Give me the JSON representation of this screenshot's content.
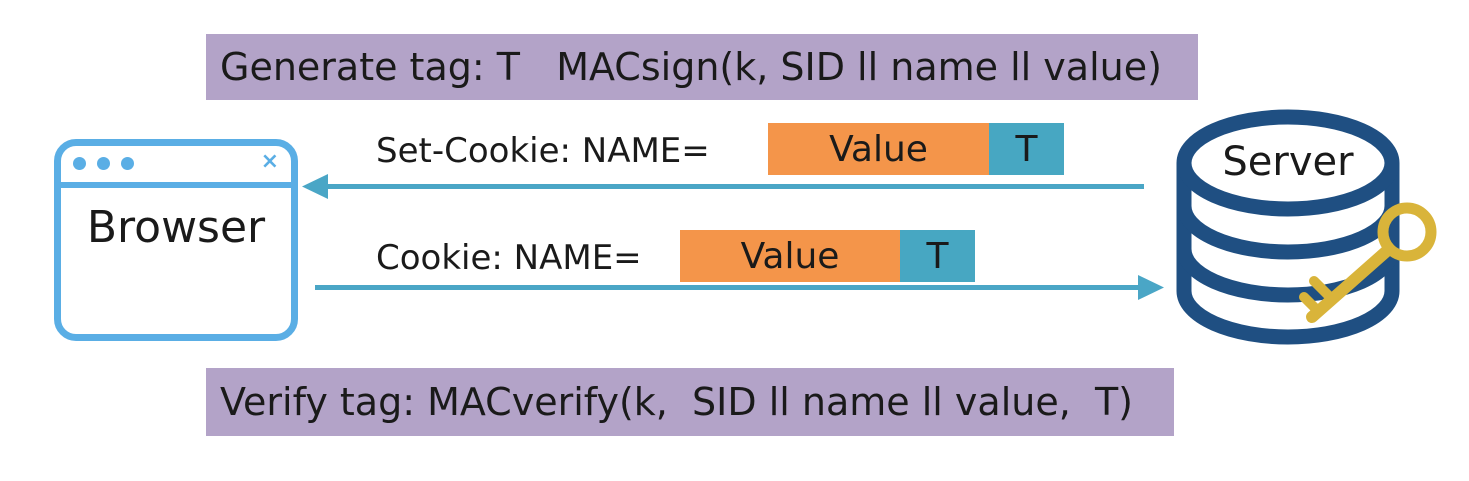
{
  "banners": {
    "generate": "Generate tag: T   MACsign(k, SID ll name ll value)",
    "verify": "Verify tag: MACverify(k,  SID ll name ll value,  T)"
  },
  "browser": {
    "label": "Browser",
    "close_glyph": "×"
  },
  "server": {
    "label": "Server"
  },
  "set_cookie": {
    "label": "Set-Cookie: NAME=",
    "value": "Value",
    "tag": "T"
  },
  "cookie": {
    "label": "Cookie: NAME=",
    "value": "Value",
    "tag": "T"
  },
  "icons": {
    "browser": "browser-window-icon",
    "server": "database-icon",
    "key": "key-icon"
  },
  "colors": {
    "banner": "#b3a3c8",
    "value_box": "#f4954a",
    "tag_box": "#47a7c2",
    "arrow": "#4aa6c6",
    "browser": "#5aaee5",
    "server": "#1f4f82",
    "key": "#d9b43a"
  }
}
